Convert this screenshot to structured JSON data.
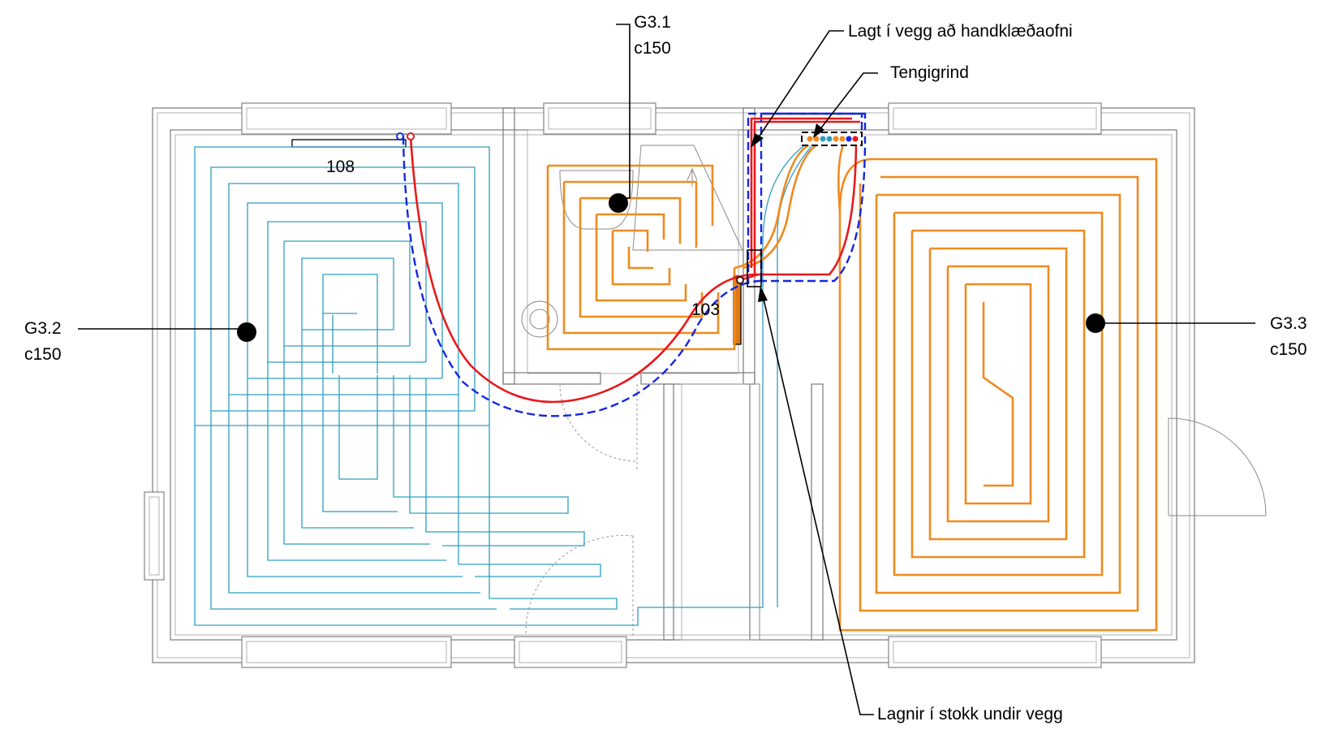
{
  "colors": {
    "pipe_living": "#2e9fc0",
    "pipe_bath": "#f08a1f",
    "pipe_supply": "#e8191c",
    "pipe_return": "#1428e0",
    "walls": "#7a7a7a"
  },
  "circuits": [
    {
      "id": "G3.1",
      "spacing": "c150",
      "color": "#f08a1f"
    },
    {
      "id": "G3.2",
      "spacing": "c150",
      "color": "#2e9fc0"
    },
    {
      "id": "G3.3",
      "spacing": "c150",
      "color": "#f08a1f"
    }
  ],
  "rooms": [
    {
      "number": "108"
    },
    {
      "number": "103"
    }
  ],
  "annotations": {
    "wall_to_towel_rail": "Lagt í vegg að handklæðaofni",
    "manifold": "Tengigrind",
    "pipes_in_duct": "Lagnir í stokk undir vegg"
  }
}
